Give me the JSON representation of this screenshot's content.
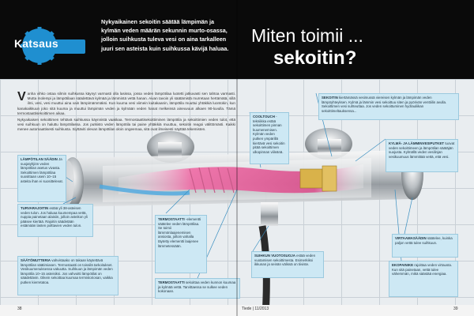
{
  "header": {
    "badge": "Katsaus",
    "intro": "Nykyaikainen sekoitin säätää lämpimän ja kylmän veden määrän sekunnin murto-osassa, jolloin suihkusta tuleva vesi on aina tarkalleen juuri sen asteista kuin suihkussa kävijä haluaa.",
    "title_line1": "Miten toimii ...",
    "title_line2": "sekoitin?"
  },
  "body": {
    "dropcap": "V",
    "paragraph1": "anha vihko ostaa silmin suihkussa käynyt varmasti olla lasissa, jossa veden lämpötilaa luotetti jatkuvasti sen tahtoa varmasti. Mutta molempi ja lämpötilaan säädettävä kylmää ja lämmintä vettä hanan. Aivan tavoin yli säätämistä murretaan hertämätä, sillä ilmi, vesi, vesi muuttui aina vain lämpimämmäksi. Kun kuuma vesi viimein kuitakaanin, lämpötila muuttui yhtäkkiä luontokin, kun kanakaikkuun joko sitä kuuma ja muuttui lämpimän veden ja kylmään veden hanat melkeinsä aineuvuun alkaen 90-luvulla. Tämä termostaattisekoittimen aikaa.",
    "paragraph2": "Nykyaikaisen sekoittimen tehtävä suihkussa käynnistä vaakkaa. Termostaattisekoittiminen lämpötila ja sekoittimien veden tulot, että vesi suihkuun on haluttu lämpötilassa. Jos putkisto veden lämpötila tai paine yhtäkkiä muuttuu, sekoitin reagoi välittömästi. Kaikki menee automaattisesti suihkusta. Siyttäviti olevan lämpötilan oloin ongeemaa, sitä ovat ilmeisesti näyttää tekemisten."
  },
  "callouts": {
    "lampotila": {
      "title": "LÄMPÖTILAN SÄÄDIN",
      "text": "Ja suojatyhjiön veden lämpötilan asetus vivasta. Sekoittimen lämpötilaa suosittaan usein 10–15 asteita ihan ei suosittelevat."
    },
    "turvarajoitin": {
      "title": "TURVARAJOITIN",
      "text": "estää yli 38-asteisen veden tulon. Jos haluaa kuumempaa vettä, nuppia painetaan alaisiin, jolloin asteikon yli pääsee kiertää. Rajoitin säädetään estämään lasten polttavien veden tulon."
    },
    "saatomutteri": {
      "title": "SÄÄTÖMUTTERIA",
      "text": "vahvistaako on takaan käytettävä lämpötilan säätimiasen. Termostaatti on toissilä tarkoitukset. Vesikuumenuksessa vakuutta. Suihkuun ja lämpimän veden lämpötila 10–15 asteisiksi. Jos vahvoitti lämpötilat on säädettävin. Oikein sekoittaa kuumaa termistoriosan, vaikka putken kierretatoa."
    },
    "sekoitin": {
      "title": "SEKOITIN",
      "text": "kiertämässä vesimussä viereisen kylmän ja lämpimän veden lämpöyhteyksen. Kylmä ja lämmin vesi sekoittuu siten ja pyörivän venttiilin avulla. Sekoittimen vesi suhteuttaa. Jos veden sekoittuminen hydrauliikan sekoittimeltauksensa..."
    },
    "coolTouch": {
      "title": "COOLTOUCH",
      "text": "-tekniikka estää sekoittimen pinnan kuumenemisen. Kylmän veden putken ympärillä kiertävä vesi sekoitin pitää sekoittimen ulkopinnan viileänä."
    },
    "kylma_lammin": {
      "title": "KYLMÄ- JA LÄMMINVESIPUTKET",
      "text": "tuovat veden sekoittimeen ja lämpötilan säätäjän suojusta. Kylmällä veden vesilinjan vesikuumuus lämmittää vettä, että vesi."
    },
    "termostaatti_elem": {
      "title": "TERMOSTAATTI",
      "text": "-elementti säätelee veden lämpötilaa. Se toimii lämmönlaajenemisen ansiosta, jolloin vahalla täytetty elementti laajenee lämmetessään."
    },
    "suihkun_vuotosuoja": {
      "title": "SUIHKUN VUOTOSUOJA",
      "text": "estää veden vuotamisen sekoittimesta. Esimerkiksi ikkunan ja seinän välissä on tiiviste."
    },
    "termostaatti": {
      "title": "TERMOSTAATTI",
      "text": "sekoittaa veden kunnon kuumaa ja kylmää vettä. Tarvittaessa se sulkee veden kokonaan."
    },
    "virtaamasaadin": {
      "title": "VIRTAAMASÄÄDIN",
      "text": "säätelee, kuinka paljon vettä tulee suihkuun."
    },
    "ekopainike": {
      "title": "EKOPAINIKE",
      "text": "rajoittaa veden virtausta. Kun sitä painetaan, vettä tulee vähemmän, mikä säästää energiaa."
    }
  },
  "footer": {
    "page_left": "38",
    "magazine": "Tiede | 11/2013",
    "page_right": "39"
  },
  "colors": {
    "header_bg": "#0a0a0a",
    "badge_blue": "#1f8fd0",
    "callout_bg": "#cde8f4",
    "hot_water": "#e0508a",
    "cold_water": "#4aa8e0"
  }
}
